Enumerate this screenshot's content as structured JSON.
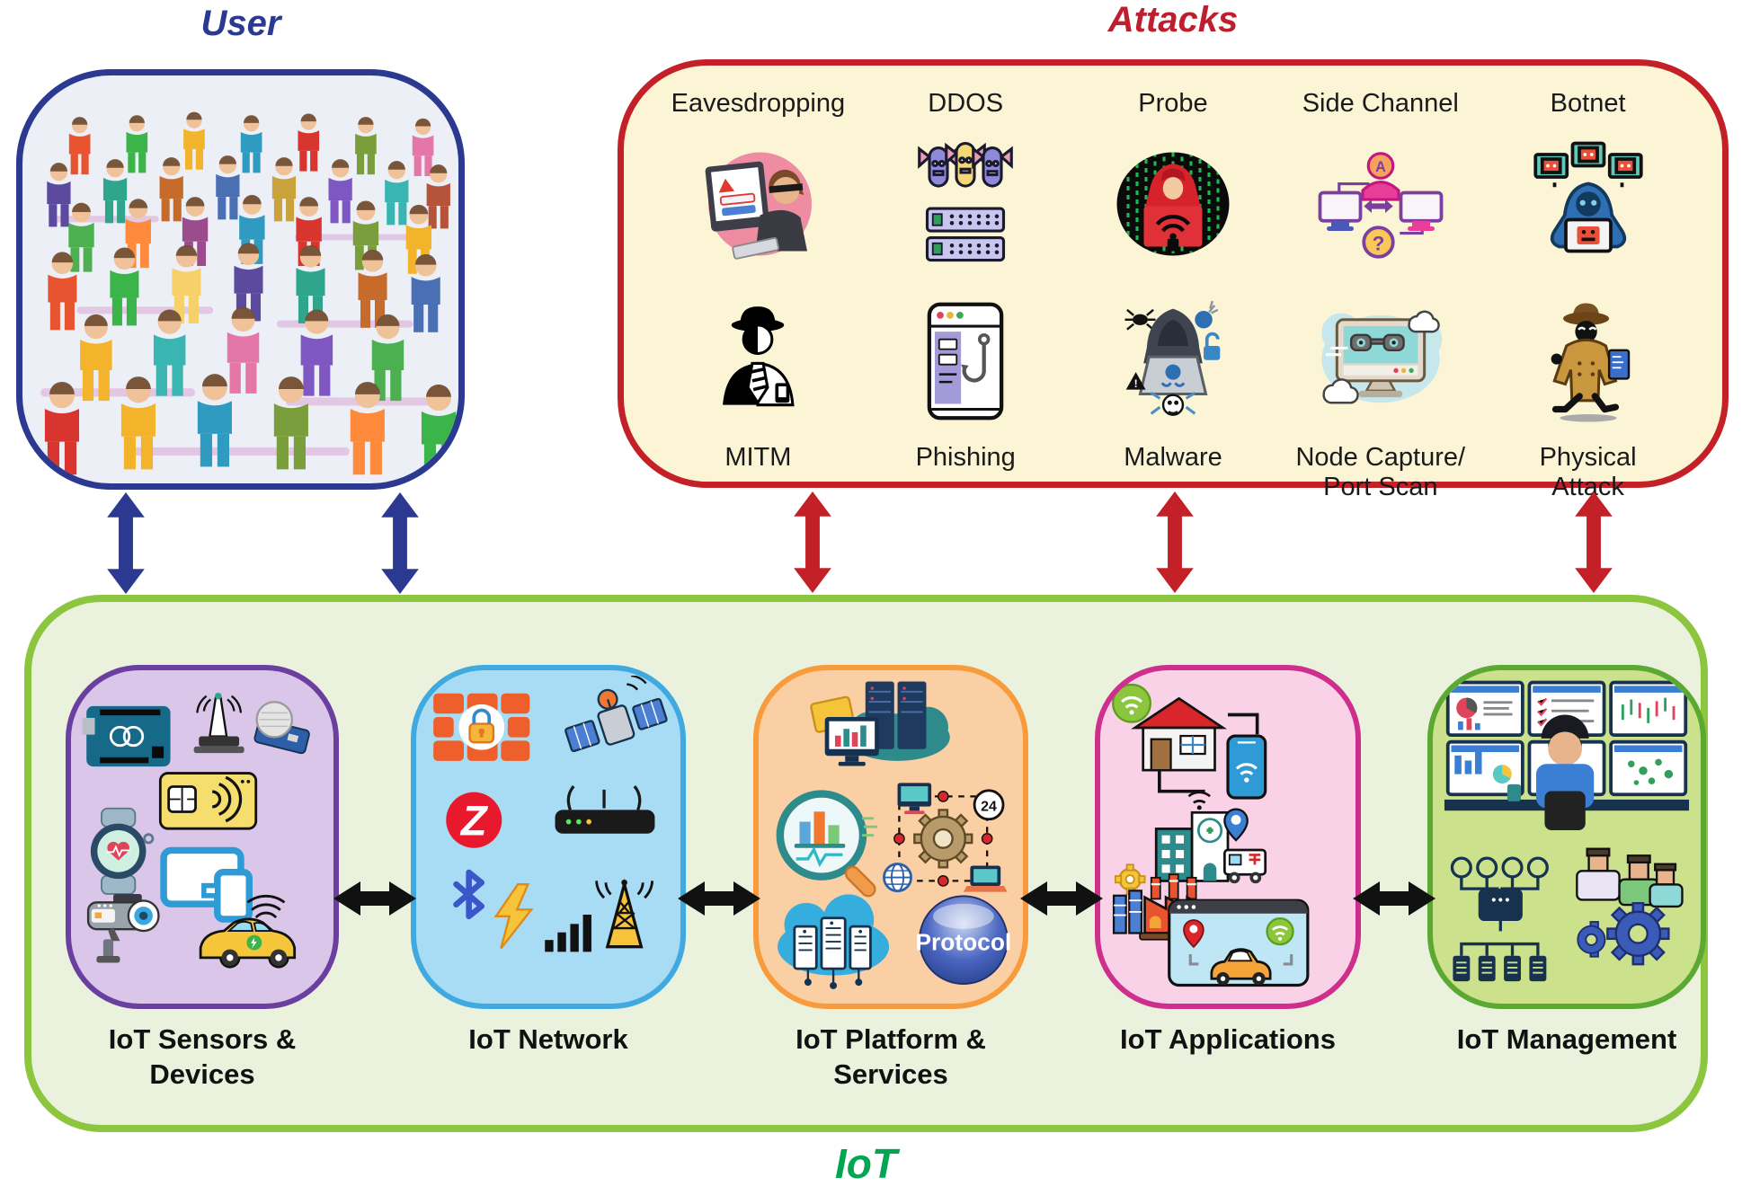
{
  "titles": {
    "user": "User",
    "attacks": "Attacks",
    "iot": "IoT"
  },
  "colors": {
    "user_border": "#2B3990",
    "user_title": "#2B3990",
    "attacks_border": "#C32028",
    "attacks_title": "#BE1E2D",
    "attacks_bg": "#FBF5D6",
    "iot_border": "#8CC63E",
    "iot_bg": "#EAF2DD",
    "iot_title": "#00A651",
    "sensors_border": "#6B3FA0",
    "sensors_bg": "#D9C6E9",
    "network_border": "#3FA9E0",
    "network_bg": "#A8DCF4",
    "platform_border": "#F89B3C",
    "platform_bg": "#FBCFA4",
    "apps_border": "#CE2F8C",
    "apps_bg": "#FAD2E8",
    "mgmt_border": "#5BA832",
    "mgmt_bg": "#CBE18B",
    "user_arrow": "#2B3990",
    "attack_arrow": "#C32028",
    "layer_arrow": "#111111"
  },
  "attacks": {
    "row1": [
      {
        "label": "Eavesdropping",
        "icon": "eavesdropping-icon"
      },
      {
        "label": "DDOS",
        "icon": "ddos-icon"
      },
      {
        "label": "Probe",
        "icon": "probe-icon"
      },
      {
        "label": "Side Channel",
        "icon": "side-channel-icon",
        "mark_a": "A",
        "mark_q": "?"
      },
      {
        "label": "Botnet",
        "icon": "botnet-icon"
      }
    ],
    "row2": [
      {
        "label": "MITM",
        "icon": "mitm-icon"
      },
      {
        "label": "Phishing",
        "icon": "phishing-icon"
      },
      {
        "label": "Malware",
        "icon": "malware-icon"
      },
      {
        "label": "Node Capture/\nPort Scan",
        "icon": "node-capture-port-scan-icon"
      },
      {
        "label": "Physical\nAttack",
        "icon": "physical-attack-icon"
      }
    ]
  },
  "iot_layers": [
    {
      "label": "IoT Sensors &\nDevices",
      "icon": "iot-sensors-devices-icon"
    },
    {
      "label": "IoT Network",
      "icon": "iot-network-icon",
      "zigbee_label": "Z"
    },
    {
      "label": "IoT Platform &\nServices",
      "icon": "iot-platform-services-icon",
      "protocol_label": "Protocol",
      "clock_label": "24"
    },
    {
      "label": "IoT Applications",
      "icon": "iot-applications-icon"
    },
    {
      "label": "IoT Management",
      "icon": "iot-management-icon"
    }
  ]
}
